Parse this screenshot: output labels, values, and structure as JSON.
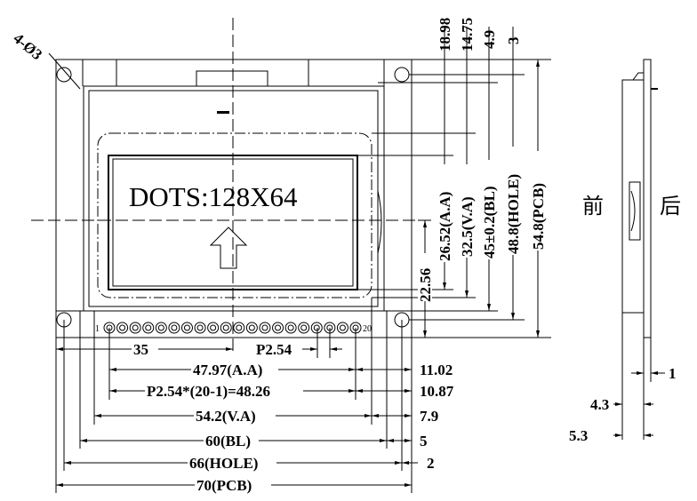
{
  "display_text": "DOTS:128X64",
  "hole_label": "4-Ø3",
  "pin_labels": {
    "first": "1",
    "last": "20"
  },
  "pin_count": 20,
  "side_view": {
    "front": "前",
    "back": "后"
  },
  "right_dims_top": [
    "18.98",
    "14.75",
    "4.9",
    "3"
  ],
  "right_dims": [
    "22.56",
    "26.52(A.A)",
    "32.5(V.A)",
    "45±0.2(BL)",
    "48.8(HOLE)",
    "54.8(PCB)"
  ],
  "bottom_dims": {
    "center": "35",
    "pitch": "P2.54",
    "aa": "47.97(A.A)",
    "pins": "P2.54*(20-1)=48.26",
    "va": "54.2(V.A)",
    "bl": "60(BL)",
    "hole": "66(HOLE)",
    "pcb": "70(PCB)"
  },
  "bottom_right_dims": [
    "11.02",
    "10.87",
    "7.9",
    "5",
    "2"
  ],
  "side_dims": [
    "1",
    "4.3",
    "5.3"
  ]
}
